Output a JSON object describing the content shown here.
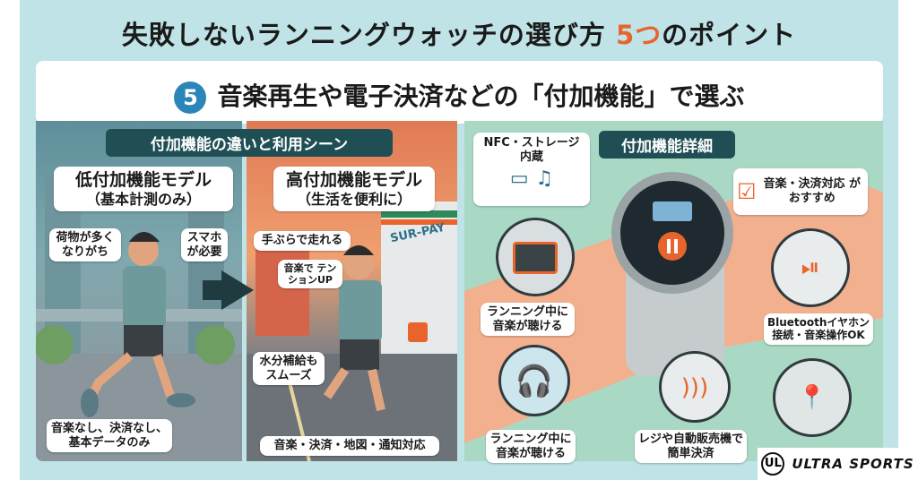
{
  "header": {
    "title_pre": "失敗しないランニングウォッチの選び方 ",
    "title_accent": "5つ",
    "title_post": "のポイント"
  },
  "point": {
    "number": "5",
    "title": "音楽再生や電子決済などの「付加機能」で選ぶ"
  },
  "comparison": {
    "tag": "付加機能の違いと利用シーン",
    "low": {
      "title": "低付加機能モデル",
      "subtitle": "（基本計測のみ）",
      "bubble1": "荷物が多く なりがち",
      "bubble2": "スマホ が必要",
      "caption": "音楽なし、決済なし、 基本データのみ"
    },
    "high": {
      "title": "高付加機能モデル",
      "subtitle": "（生活を便利に）",
      "bubble1": "手ぶらで走れる",
      "bubble2": "音楽で テンションUP",
      "bubble3": "水分補給も スムーズ",
      "caption": "音楽・決済・地図・通知対応",
      "store_sign": "SUR-PAY"
    }
  },
  "details": {
    "tag": "付加機能詳細",
    "nfc": "NFC・ストレージ 内蔵",
    "recommend": "音楽・決済対応 がおすすめ",
    "music1": "ランニング中に 音楽が聴ける",
    "music2": "ランニング中に 音楽が聴ける",
    "bluetooth": "Bluetoothイヤホン 接続・音楽操作OK",
    "payment": "レジや自動販売機で 簡単決済"
  },
  "logo": {
    "text": "ULTRA SPORTS"
  },
  "colors": {
    "accent": "#e8642a",
    "badge": "#2a86b8",
    "tag": "#1f4f55",
    "background": "#bfe3e6"
  }
}
